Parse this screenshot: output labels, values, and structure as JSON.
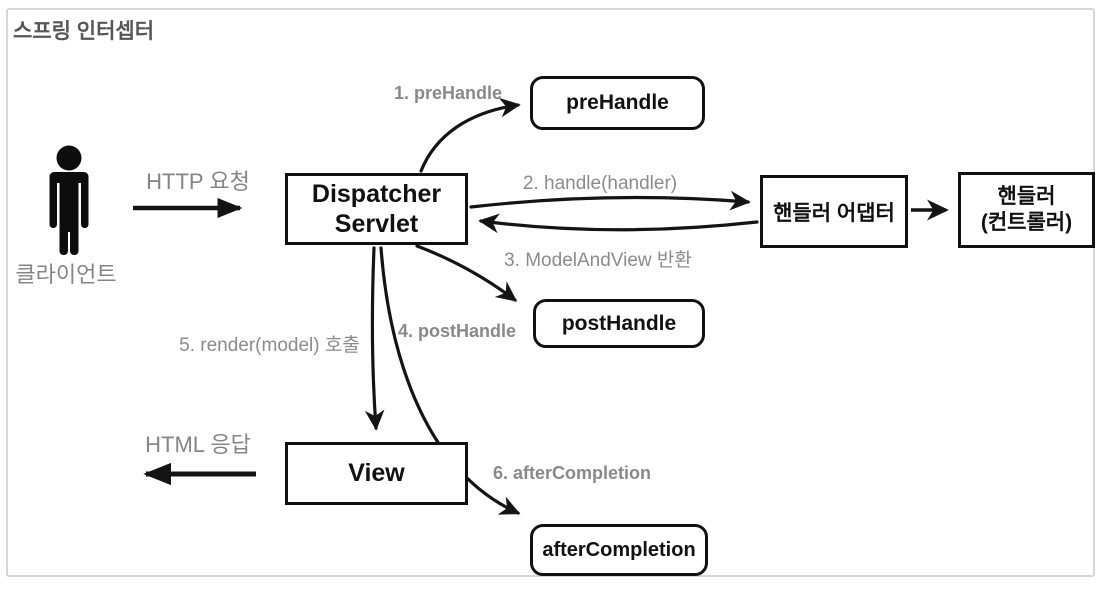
{
  "title": "스프링 인터셉터",
  "colors": {
    "line_black": "#141414",
    "box_border": "#111111",
    "label_gray": "#8b8b8b",
    "title_gray": "#565656",
    "frame_border": "#d6d6d6",
    "background": "#ffffff"
  },
  "client": {
    "label": "클라이언트",
    "icon": "person-icon"
  },
  "nodes": {
    "dispatcher": {
      "line1": "Dispatcher",
      "line2": "Servlet"
    },
    "pre_handle": {
      "label": "preHandle"
    },
    "post_handle": {
      "label": "postHandle"
    },
    "after_completion": {
      "label": "afterCompletion"
    },
    "handler_adapter": {
      "label": "핸들러 어댑터"
    },
    "handler": {
      "line1": "핸들러",
      "line2": "(컨트롤러)"
    },
    "view": {
      "label": "View"
    }
  },
  "flow_labels": {
    "http_request": "HTTP 요청",
    "html_response": "HTML 응답",
    "step1": "1. preHandle",
    "step2": "2. handle(handler)",
    "step3": "3. ModelAndView 반환",
    "step4": "4. postHandle",
    "step5": "5. render(model) 호출",
    "step6": "6. afterCompletion"
  }
}
